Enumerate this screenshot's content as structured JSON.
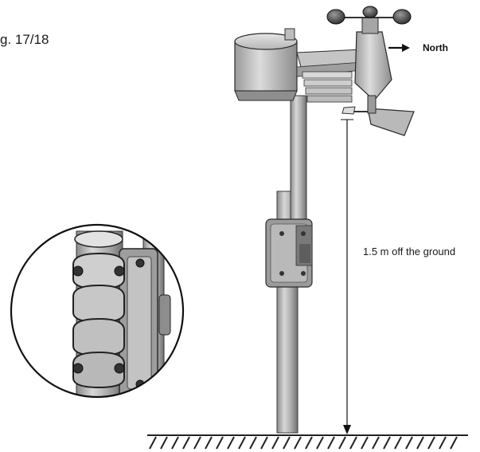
{
  "figure_label": "g. 17/18",
  "labels": {
    "north": "North",
    "height": "1.5 m off the ground"
  },
  "colors": {
    "metal_light": "#cfcfcf",
    "metal_mid": "#a9a9a9",
    "metal_dark": "#6e6e6e",
    "outline": "#2b2b2b",
    "ground": "#222222"
  },
  "icons": {
    "north_arrow": "arrow-right-icon",
    "anemometer": "anemometer-icon",
    "wind_vane": "wind-vane-icon",
    "mount_bracket": "pole-clamp-icon"
  }
}
